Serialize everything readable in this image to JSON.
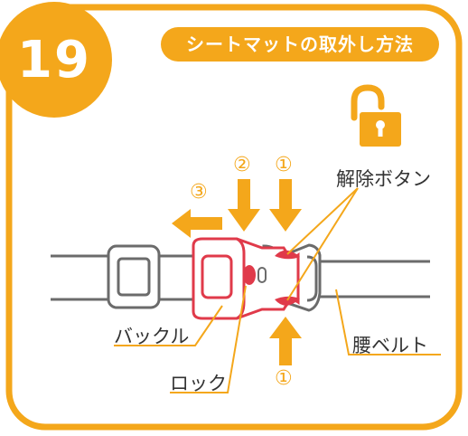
{
  "step_number": "19",
  "title": "シートマットの取外し方法",
  "labels": {
    "release_button": "解除ボタン",
    "buckle": "バックル",
    "lock": "ロック",
    "waist_belt": "腰ベルト"
  },
  "markers": {
    "arrow_left": "③",
    "arrow_down_left": "②",
    "arrow_down_right": "①",
    "arrow_up": "①"
  },
  "colors": {
    "orange": "#f4a71b",
    "red": "#e03a4a",
    "gray": "#6b6b6b",
    "text": "#333333"
  },
  "icons": [
    "unlocked-padlock-icon"
  ]
}
